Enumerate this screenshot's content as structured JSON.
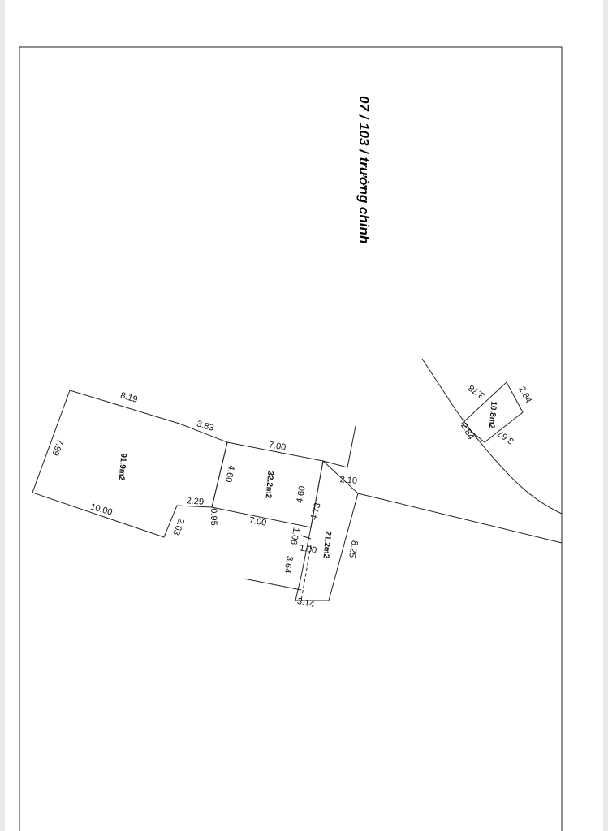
{
  "title": "07 / 103 / trường chinh",
  "dimensions": {
    "d_819": "8.19",
    "d_383": "3.83",
    "d_700_top": "7.00",
    "d_799": "7.99",
    "d_1000": "10.00",
    "d_229": "2.29",
    "d_263": "2.63",
    "d_095": "0.95",
    "d_460_left": "4.60",
    "d_700_bottom": "7.00",
    "d_460_right": "4.60",
    "d_473": "4.73",
    "d_106": "1.06",
    "d_100": "1.00",
    "d_364": "3.64",
    "d_314": "3.14",
    "d_210": "2.10",
    "d_825": "8.25",
    "d_378": "3.78",
    "d_284_right": "2.84",
    "d_284_left": "2.84",
    "d_367": "3.67"
  },
  "areas": {
    "a_large": "91.9m2",
    "a_mid": "32.2m2",
    "a_narrow": "21.2m2",
    "a_small": "10.8m2"
  }
}
